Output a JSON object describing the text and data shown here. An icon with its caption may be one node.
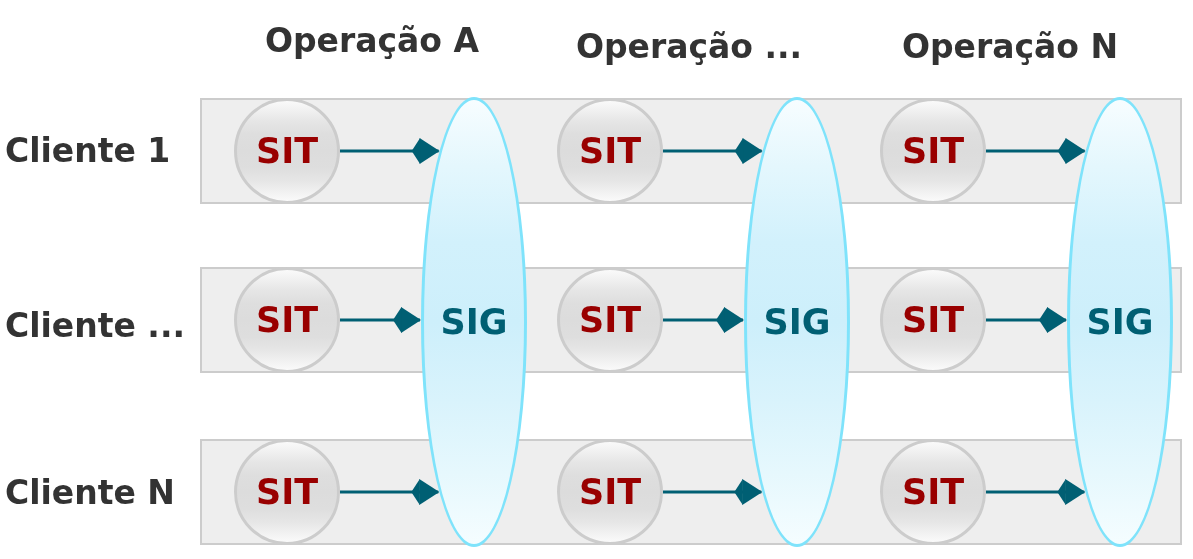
{
  "diagram": {
    "nodes": [
      {
        "text": [
          "Cliente 1"
        ]
      },
      {
        "text": [
          "SIT"
        ],
        "in": 0
      },
      {
        "text": [
          "SIT"
        ],
        "in": 0
      },
      {
        "text": [
          "SIT"
        ],
        "in": 0
      },
      {
        "text": [
          "Cliente ..."
        ]
      },
      {
        "text": [
          "SIT"
        ],
        "in": 4
      },
      {
        "text": [
          "SIG"
        ]
      },
      {
        "text": [
          "SIT"
        ],
        "in": 4
      },
      {
        "text": [
          "SIG"
        ]
      },
      {
        "text": [
          "SIT"
        ],
        "in": 4
      },
      {
        "text": [
          "SIG"
        ]
      },
      {
        "text": [
          "Cliente N"
        ]
      },
      {
        "text": [
          "SIT"
        ],
        "in": 11
      },
      {
        "text": [
          "SIT"
        ],
        "in": 11
      },
      {
        "text": [
          "SIT"
        ],
        "in": 11
      }
    ],
    "edges": [
      {
        "from": 1,
        "to": 6,
        "arrow": "to"
      },
      {
        "from": 2,
        "to": 8,
        "arrow": "to"
      },
      {
        "from": 3,
        "to": 10,
        "arrow": "to"
      },
      {
        "from": 5,
        "to": 6,
        "arrow": "to"
      },
      {
        "from": 7,
        "to": 8,
        "arrow": "to"
      },
      {
        "from": 9,
        "to": 10,
        "arrow": "to"
      },
      {
        "from": 12,
        "to": 6,
        "arrow": "to"
      },
      {
        "from": 13,
        "to": 8,
        "arrow": "to"
      },
      {
        "from": 14,
        "to": 10,
        "arrow": "to"
      }
    ],
    "labels": [
      "Operação A",
      "Operação ...",
      "Operação N"
    ]
  }
}
